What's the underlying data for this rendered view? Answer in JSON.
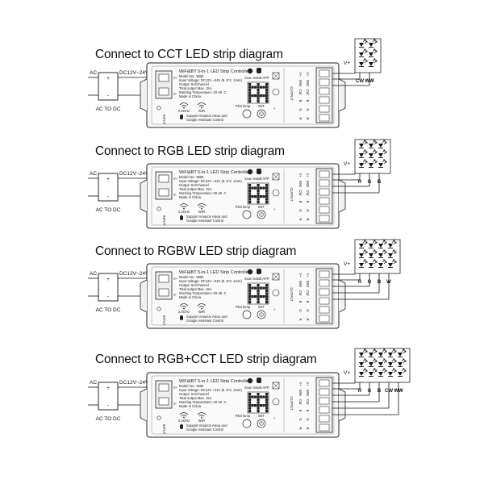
{
  "diagrams": [
    {
      "title": "Connect to CCT LED strip diagram",
      "strip_labels": [
        "CW",
        "WW"
      ],
      "strip_vplus": "V+"
    },
    {
      "title": "Connect to RGB LED strip diagram",
      "strip_labels": [
        "R",
        "G",
        "B"
      ],
      "strip_vplus": "V+"
    },
    {
      "title": "Connect to RGBW LED strip diagram",
      "strip_labels": [
        "R",
        "G",
        "B",
        "W"
      ],
      "strip_vplus": "V+"
    },
    {
      "title": "Connect to RGB+CCT LED strip diagram",
      "strip_labels": [
        "R",
        "G",
        "B",
        "CW",
        "WW"
      ],
      "strip_vplus": "V+"
    }
  ],
  "power": {
    "ac_label": "AC",
    "dc_label": "DC12V~24V",
    "converter_label": "AC TO DC",
    "plus": "+",
    "minus": "-"
  },
  "controller": {
    "vplus": "V+",
    "vminus": "V-",
    "input_label": "INPUT",
    "product_name": "WiFi&BT 5-in-1 LED Strip Controller",
    "model": "Model No.: WB5",
    "input_voltage": "Input Voltage: DC12V ~24V (5. 5*2. 1mm)",
    "output": "Output: 6A/Channel",
    "total_output": "Total output Max. 15A",
    "working_temp": "Working Temperature:-20-40. C",
    "made_in": "Made in China",
    "scan_label": "Scan install APP",
    "freq_label": "2.4GHz",
    "wifi_label": "WiFi",
    "support_line1": "Support Amazon Alexa and",
    "support_line2": "Google Assistant Control",
    "pilot_label": "Pilot lamp",
    "set_label": "SET",
    "output_label": "OUTPUT",
    "terminals": [
      "V+",
      "WW",
      "CW",
      "B",
      "G",
      "R"
    ]
  }
}
